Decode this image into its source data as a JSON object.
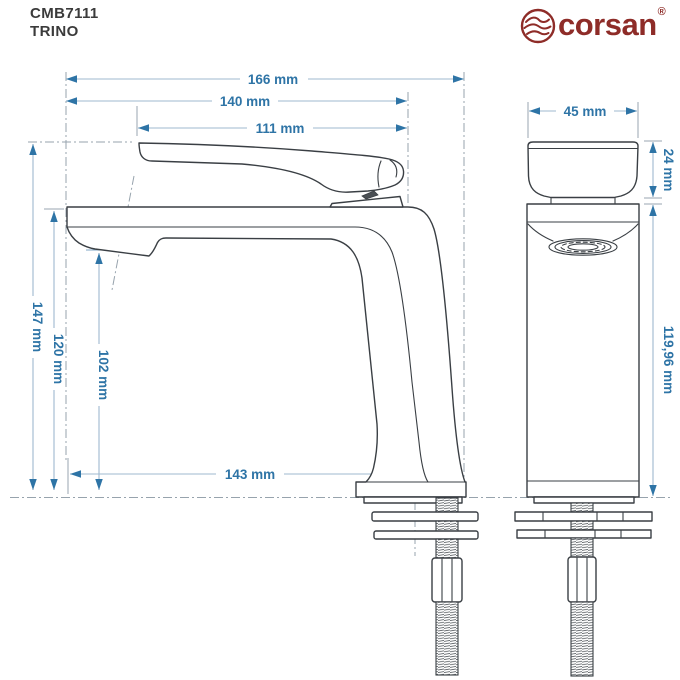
{
  "title": {
    "code": "CMB7111",
    "name": "TRINO"
  },
  "brand": {
    "name": "corsan",
    "registered_mark": "®",
    "color": "#8E2C28"
  },
  "colors": {
    "dimension_text": "#2E74A6",
    "dimension_line": "#9FB9CF",
    "extension_line": "#97A3AD",
    "drawing_outline": "#3A3F44"
  },
  "side_view": {
    "dims": {
      "total_width": "166 mm",
      "body_width": "140 mm",
      "handle_length": "111 mm",
      "total_height": "147 mm",
      "deck_height": "120 mm",
      "outlet_height": "102 mm",
      "base_reach": "143 mm"
    }
  },
  "front_view": {
    "dims": {
      "body_width": "45 mm",
      "handle_height": "24 mm",
      "body_height": "119,96 mm"
    }
  }
}
